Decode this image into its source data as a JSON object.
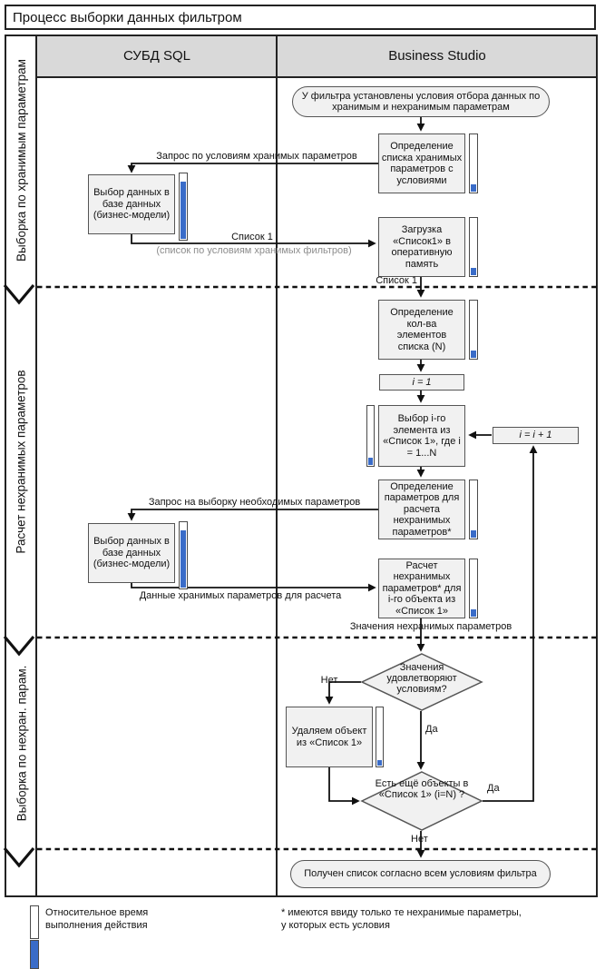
{
  "title": "Процесс выборки данных фильтром",
  "columns": {
    "sql": "СУБД SQL",
    "business_studio": "Business Studio"
  },
  "lanes": [
    {
      "label": "Выборка по хранимым параметрам"
    },
    {
      "label": "Расчет нехранимых параметров"
    },
    {
      "label": "Выборка по нехран. парам."
    }
  ],
  "colors": {
    "accent_blue": "#3a6cc8",
    "header_bg": "#d9d9d9",
    "shape_bg": "#f1f1f1"
  },
  "nodes": {
    "start": {
      "label": "У фильтра установлены условия отбора данных по хранимым и нехранимым параметрам"
    },
    "define_stored": {
      "label": "Определение списка хранимых параметров с условиями",
      "time": 0.13
    },
    "db_select_1": {
      "label": "Выбор данных в базе данных (бизнес-модели)",
      "time": 0.86
    },
    "load_list": {
      "label": "Загрузка «Список1» в оперативную память",
      "time": 0.13
    },
    "count_elements": {
      "label": "Определение кол-ва элементов списка (N)",
      "time": 0.13
    },
    "init_counter": {
      "label": "i = 1"
    },
    "select_element": {
      "label": "Выбор i-го элемента из «Список 1», где i = 1...N",
      "time": 0.12
    },
    "increment_counter": {
      "label": "i = i + 1"
    },
    "define_params": {
      "label": "Определение параметров для расчета нехранимых параметров*",
      "time": 0.13
    },
    "db_select_2": {
      "label": "Выбор данных в базе данных (бизнес-модели)",
      "time": 0.86
    },
    "calc_unstored": {
      "label": "Расчет нехранимых параметров* для i-го объекта из «Список 1»",
      "time": 0.13
    },
    "check_values": {
      "label": "Значения удовлетворяют условиям?"
    },
    "delete_object": {
      "label": "Удаляем объект из «Список 1»",
      "time": 0.1
    },
    "more_objects": {
      "label": "Есть ещё объекты в «Список 1» (i=N) ?"
    },
    "end": {
      "label": "Получен список согласно всем условиям фильтра"
    }
  },
  "edges": {
    "stored_query": "Запрос по условиям хранимых параметров",
    "list1": "Список 1",
    "list1_note": "(список по условиям хранимых фильтров)",
    "list1_lane_pass": "Список 1",
    "params_query": "Запрос на выборку необходимых параметров",
    "stored_data_for_calc": "Данные хранимых параметров для расчета",
    "unstored_values": "Значения нехранимых параметров",
    "check_no": "Нет",
    "check_yes": "Да",
    "more_yes": "Да",
    "more_no": "Нет"
  },
  "legend": {
    "time_note": "Относительное время\nвыполнения действия",
    "footnote": "* имеются ввиду только те нехранимые параметры,\nу которых есть условия"
  }
}
